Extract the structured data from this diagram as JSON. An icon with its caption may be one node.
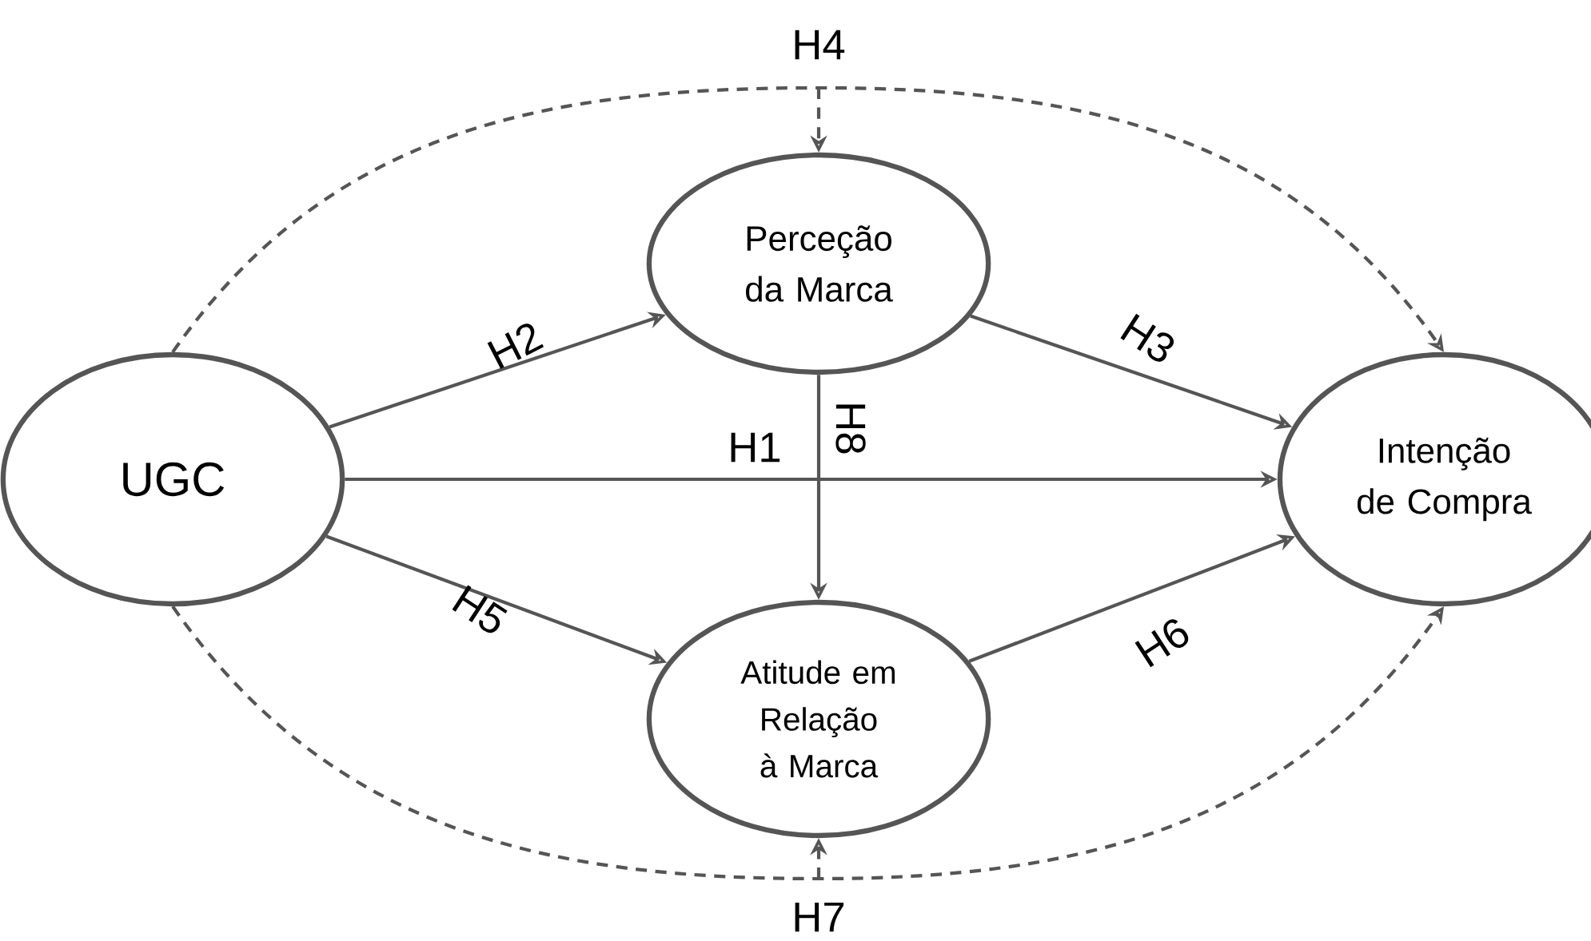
{
  "diagram": {
    "nodes": [
      {
        "text": [
          "UGC"
        ]
      },
      {
        "text": [
          "Perceção da Marca"
        ]
      },
      {
        "text": [
          "Atitude em Relação à Marca"
        ]
      },
      {
        "text": [
          "Intenção de Compra"
        ]
      }
    ],
    "edges": [
      {
        "from": 0,
        "to": 1,
        "arrow": "to",
        "label": "H2"
      },
      {
        "from": 0,
        "to": 3,
        "arrow": "to",
        "label": "H1"
      },
      {
        "from": 0,
        "to": 2,
        "arrow": "to",
        "label": "H5"
      },
      {
        "from": 1,
        "to": 3,
        "arrow": "to",
        "label": "H3"
      },
      {
        "from": 1,
        "to": 2,
        "arrow": "to",
        "label": "H8"
      },
      {
        "from": 2,
        "to": 3,
        "arrow": "to",
        "label": "H6"
      },
      {
        "from": 0,
        "to": 3,
        "arrow": "to",
        "label": "H4",
        "style": "dashed"
      },
      {
        "from": 0,
        "to": 3,
        "arrow": "to",
        "label": "H7",
        "style": "dashed"
      },
      {
        "from": null,
        "to": 1,
        "arrow": "to",
        "style": "dashed"
      },
      {
        "from": null,
        "to": 2,
        "arrow": "to",
        "style": "dashed"
      }
    ]
  }
}
